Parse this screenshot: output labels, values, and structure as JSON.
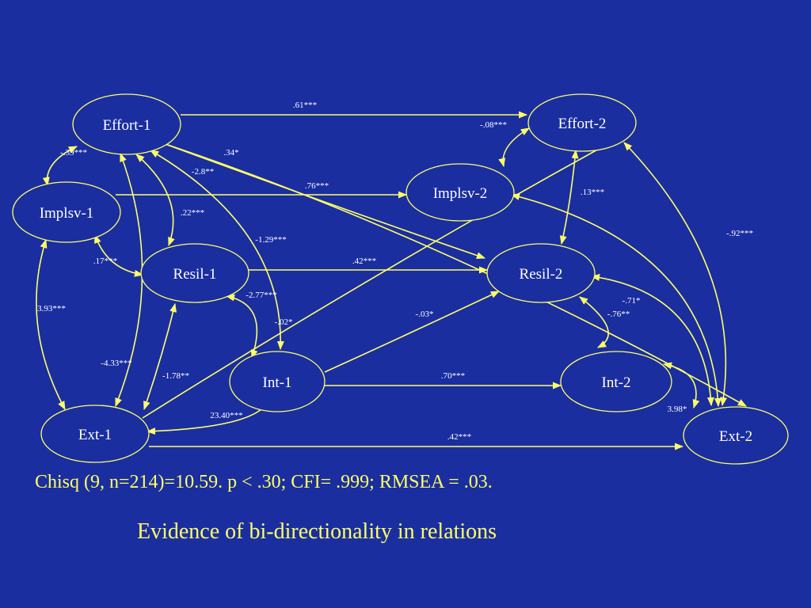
{
  "colors": {
    "background": "#1a2ea0",
    "lines": "#ffff66",
    "node_text": "#ffffff",
    "caption_text": "#ffff66"
  },
  "nodes": [
    {
      "id": "effort1",
      "label": "Effort-1"
    },
    {
      "id": "effort2",
      "label": "Effort-2"
    },
    {
      "id": "implsv1",
      "label": "Implsv-1"
    },
    {
      "id": "implsv2",
      "label": "Implsv-2"
    },
    {
      "id": "resil1",
      "label": "Resil-1"
    },
    {
      "id": "resil2",
      "label": "Resil-2"
    },
    {
      "id": "int1",
      "label": "Int-1"
    },
    {
      "id": "int2",
      "label": "Int-2"
    },
    {
      "id": "ext1",
      "label": "Ext-1"
    },
    {
      "id": "ext2",
      "label": "Ext-2"
    }
  ],
  "edges": [
    {
      "id": "e1",
      "from": "effort1",
      "to": "effort2",
      "label": ".61***"
    },
    {
      "id": "e2",
      "from": "implsv1",
      "to": "implsv2",
      "label": ".76***"
    },
    {
      "id": "e3",
      "from": "resil1",
      "to": "resil2",
      "label": ".42***"
    },
    {
      "id": "e4",
      "from": "int1",
      "to": "int2",
      "label": ".70***"
    },
    {
      "id": "e5",
      "from": "ext1",
      "to": "ext2",
      "label": ".42***"
    },
    {
      "id": "e6",
      "from": "effort1",
      "to": "implsv1",
      "label": "-.39***"
    },
    {
      "id": "e7",
      "from": "implsv1",
      "to": "resil1",
      "label": ".17***"
    },
    {
      "id": "e8",
      "from": "implsv1",
      "to": "ext1",
      "label": "3.93***"
    },
    {
      "id": "e9",
      "from": "effort1",
      "to": "ext1",
      "label": "-4.33***"
    },
    {
      "id": "e10",
      "from": "resil1",
      "to": "ext1",
      "label": "-1.78**"
    },
    {
      "id": "e11",
      "from": "effort1",
      "to": "resil1",
      "label": ".22***"
    },
    {
      "id": "e12",
      "from": "int1",
      "to": "ext1",
      "label": "23.40***"
    },
    {
      "id": "e13",
      "from": "effort1",
      "to": "resil2",
      "label": ".34*"
    },
    {
      "id": "e14",
      "from": "effort1",
      "to": "ext2",
      "label": "-2.8**"
    },
    {
      "id": "e15",
      "from": "effort1",
      "to": "int1",
      "label": "-1.29***"
    },
    {
      "id": "e16",
      "from": "resil1",
      "to": "int1",
      "label": "-2.77***"
    },
    {
      "id": "e17",
      "from": "int1",
      "to": "resil2",
      "label": "-.03*"
    },
    {
      "id": "e18",
      "from": "ext1",
      "to": "effort2",
      "label": "-.02*"
    },
    {
      "id": "e19",
      "from": "effort2",
      "to": "implsv2",
      "label": "-.08***"
    },
    {
      "id": "e20",
      "from": "effort2",
      "to": "resil2",
      "label": ".13***"
    },
    {
      "id": "e21",
      "from": "effort2",
      "to": "ext2",
      "label": "-.92***"
    },
    {
      "id": "e22",
      "from": "resil2",
      "to": "int2",
      "label": "-.71*"
    },
    {
      "id": "e23",
      "from": "resil2",
      "to": "ext2",
      "label": "-.76**"
    },
    {
      "id": "e24",
      "from": "int2",
      "to": "ext2",
      "label": "3.98*"
    },
    {
      "id": "e25",
      "from": "implsv2",
      "to": "ext2",
      "label": ""
    }
  ],
  "captions": {
    "fit": "Chisq (9, n=214)=10.59. p < .30; CFI= .999; RMSEA = .03.",
    "evidence": "Evidence of bi-directionality in relations"
  }
}
